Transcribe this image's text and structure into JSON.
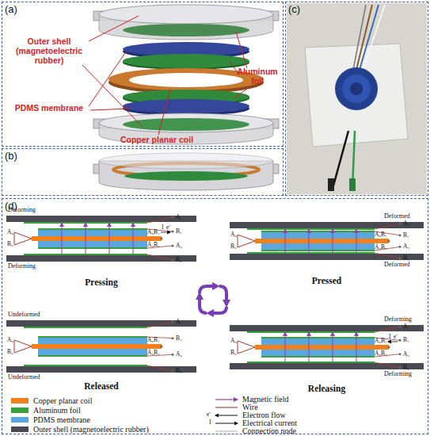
{
  "diagram": {
    "nodes": [
      {
        "text": [
          "(a)"
        ]
      },
      {
        "text": [
          "(b)"
        ]
      },
      {
        "text": [
          "(c)"
        ]
      },
      {
        "text": [
          "(d)"
        ]
      },
      {
        "text": [
          "Pressing"
        ],
        "in": 3
      },
      {
        "text": [
          "Pressed"
        ],
        "in": 3
      },
      {
        "text": [
          "Released"
        ],
        "in": 3
      },
      {
        "text": [
          "Releasing"
        ],
        "in": 3
      }
    ],
    "labels": [
      "Outer shell (magnetoelectric rubber)",
      "Aluminum foil",
      "PDMS membrane",
      "Copper planar coil",
      "Deforming",
      "A₀",
      "B₀",
      "A₀B₁",
      "A₂B₂",
      "A₁",
      "I",
      "e⁻",
      "B₁",
      "A₂",
      "B₂",
      "Deforming",
      "Deformed",
      "A₀",
      "B₀",
      "A₀B₁",
      "A₂B₂",
      "A₁",
      "B₁",
      "A₂",
      "B₂",
      "Deformed",
      "Undeformed",
      "A₀",
      "B₀",
      "A₀B₁",
      "A₂B₂",
      "A₁",
      "B₁",
      "A₂",
      "B₂",
      "Undeformed",
      "Deforming",
      "A₀",
      "B₀",
      "A₀B₁",
      "A₂B₂",
      "A₁",
      "I",
      "e⁻",
      "B₁",
      "A₂",
      "B₂",
      "Deforming",
      "e⁻",
      "I"
    ],
    "legend": [
      {
        "text": "Copper planar coil",
        "color": "#f07f1c"
      },
      {
        "text": "Aluminum foil",
        "color": "#3aa03c"
      },
      {
        "text": "PDMS membrane",
        "color": "#5aa6de"
      },
      {
        "text": "Outer shell (magnetoelectric rubber)",
        "color": "#4a4a52"
      },
      {
        "text": "Magnetic field"
      },
      {
        "text": "Wire"
      },
      {
        "text": "Electron flow"
      },
      {
        "text": "Electrical current"
      },
      {
        "text": "Connection node"
      }
    ]
  }
}
